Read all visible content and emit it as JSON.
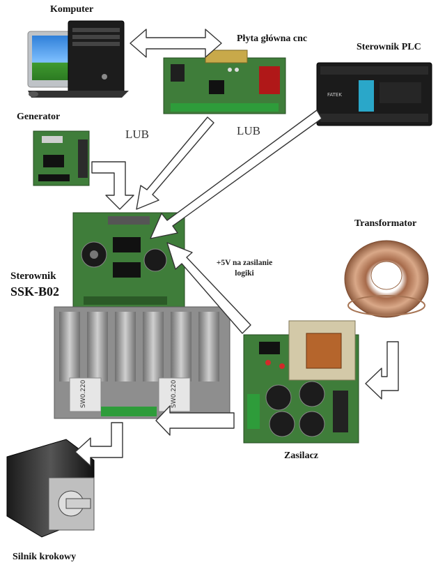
{
  "labels": {
    "computer": "Komputer",
    "mainboard": "Płyta główna cnc",
    "plc": "Sterownik PLC",
    "generator": "Generator",
    "or_left": "LUB",
    "or_right": "LUB",
    "driver_line1": "Sterownik",
    "driver_line2": "SSK-B02",
    "logic_power_line1": "+5V na zasilanie",
    "logic_power_line2": "logiki",
    "transformer": "Transformator",
    "power_supply": "Zasilacz",
    "stepper": "Silnik krokowy"
  },
  "component_texts": {
    "heatsink_label_left": "SW0.220",
    "heatsink_label_right": "SW0.220",
    "plc_brand": "FATEK"
  },
  "colors": {
    "pcb_green": "#3f7d3a",
    "pcb_dark": "#2b5a27",
    "heatsink": "#9a9a9a",
    "arrow_stroke": "#333333",
    "transformer_copper": "#c98a63"
  }
}
